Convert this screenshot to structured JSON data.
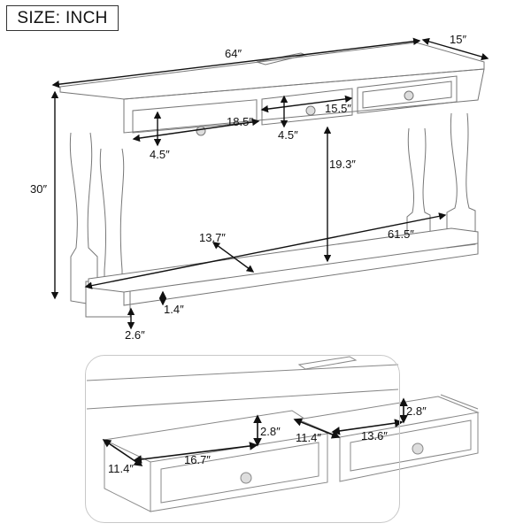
{
  "header": {
    "size_label": "SIZE: INCH"
  },
  "overall": {
    "width": "64″",
    "depth": "15″",
    "height": "30″"
  },
  "drawers": {
    "left_width": "18.5″",
    "left_height": "4.5″",
    "middle_width": "15.5″",
    "middle_height": "4.5″"
  },
  "clearance": {
    "under_apron_height": "19.3″",
    "shelf_depth": "13.7″",
    "shelf_width": "61.5″",
    "shelf_thickness": "1.4″",
    "shelf_from_floor": "2.6″"
  },
  "detail": {
    "large_drawer_depth": "11.4″",
    "large_drawer_width": "16.7″",
    "large_drawer_height": "2.8″",
    "small_drawer_depth": "11.4″",
    "small_drawer_width": "13.6″",
    "small_drawer_height": "2.8″"
  },
  "colors": {
    "line": "#555555",
    "arrow": "#111111",
    "panel_border": "#c8c8c8"
  }
}
